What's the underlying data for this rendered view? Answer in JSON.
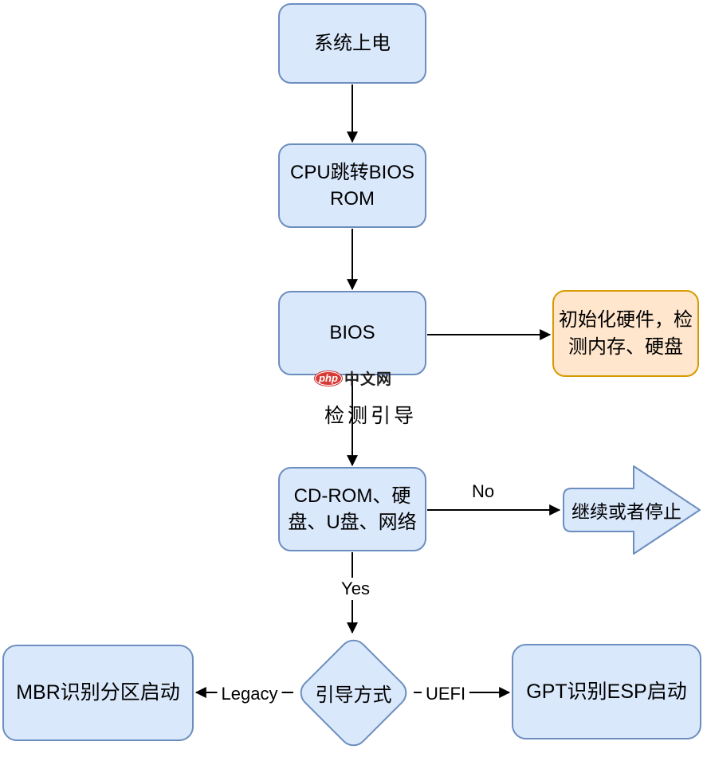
{
  "nodes": {
    "power_on": {
      "label": "系统上电"
    },
    "cpu_jump_bios_rom": {
      "label": "CPU跳转BIOS\nROM"
    },
    "bios": {
      "label": "BIOS"
    },
    "init_hardware": {
      "label": "初始化硬件，检\n测内存、硬盘"
    },
    "boot_devices": {
      "label": "CD-ROM、硬\n盘、U盘、网络"
    },
    "continue_or_stop": {
      "label": "继续或者停止"
    },
    "boot_mode": {
      "label": "引导方式"
    },
    "mbr_boot": {
      "label": "MBR识别分区启动"
    },
    "gpt_boot": {
      "label": "GPT识别ESP启动"
    }
  },
  "edge_labels": {
    "detect_boot": "检测引导",
    "no": "No",
    "yes": "Yes",
    "legacy": "Legacy",
    "uefi": "UEFI"
  },
  "watermark": {
    "badge_text": "php",
    "site_text": "中文网",
    "badge_color": "#d93a36"
  },
  "colors": {
    "process_fill": "#dae8fc",
    "process_border": "#6c8ebf",
    "note_fill": "#ffe6cc",
    "note_border": "#d79b00",
    "arrow": "#000000",
    "background": "#ffffff"
  }
}
